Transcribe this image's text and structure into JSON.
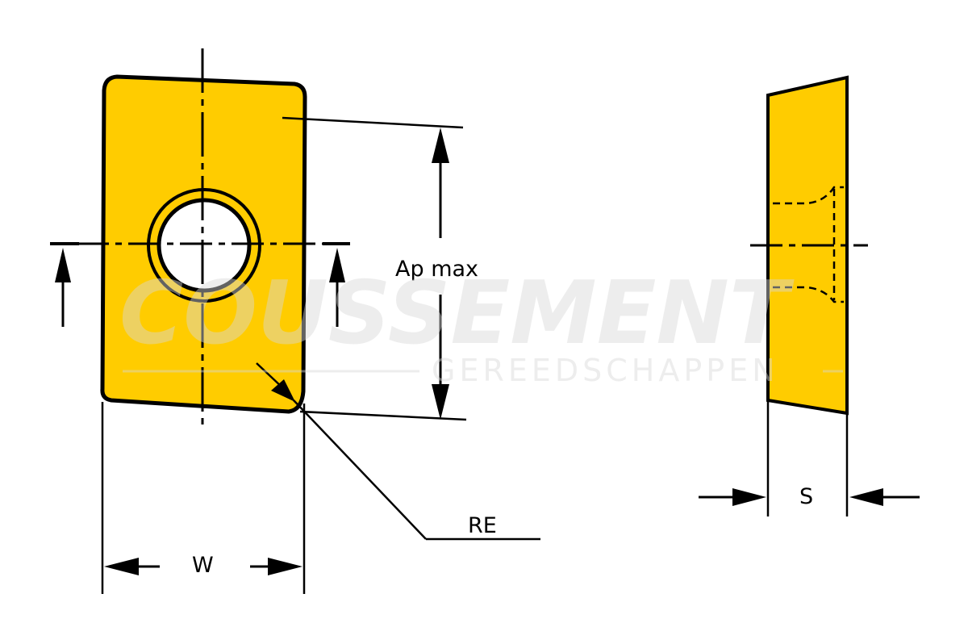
{
  "colors": {
    "insert_fill": "#FFCC00",
    "line": "#000000",
    "background": "#FFFFFF",
    "watermark": "#D9D9D9"
  },
  "labels": {
    "ap_max": "Ap max",
    "re": "RE",
    "w": "W",
    "s": "S"
  },
  "watermark": {
    "brand": "COUSSEMENT",
    "tagline": "GEREEDSCHAPPEN"
  }
}
